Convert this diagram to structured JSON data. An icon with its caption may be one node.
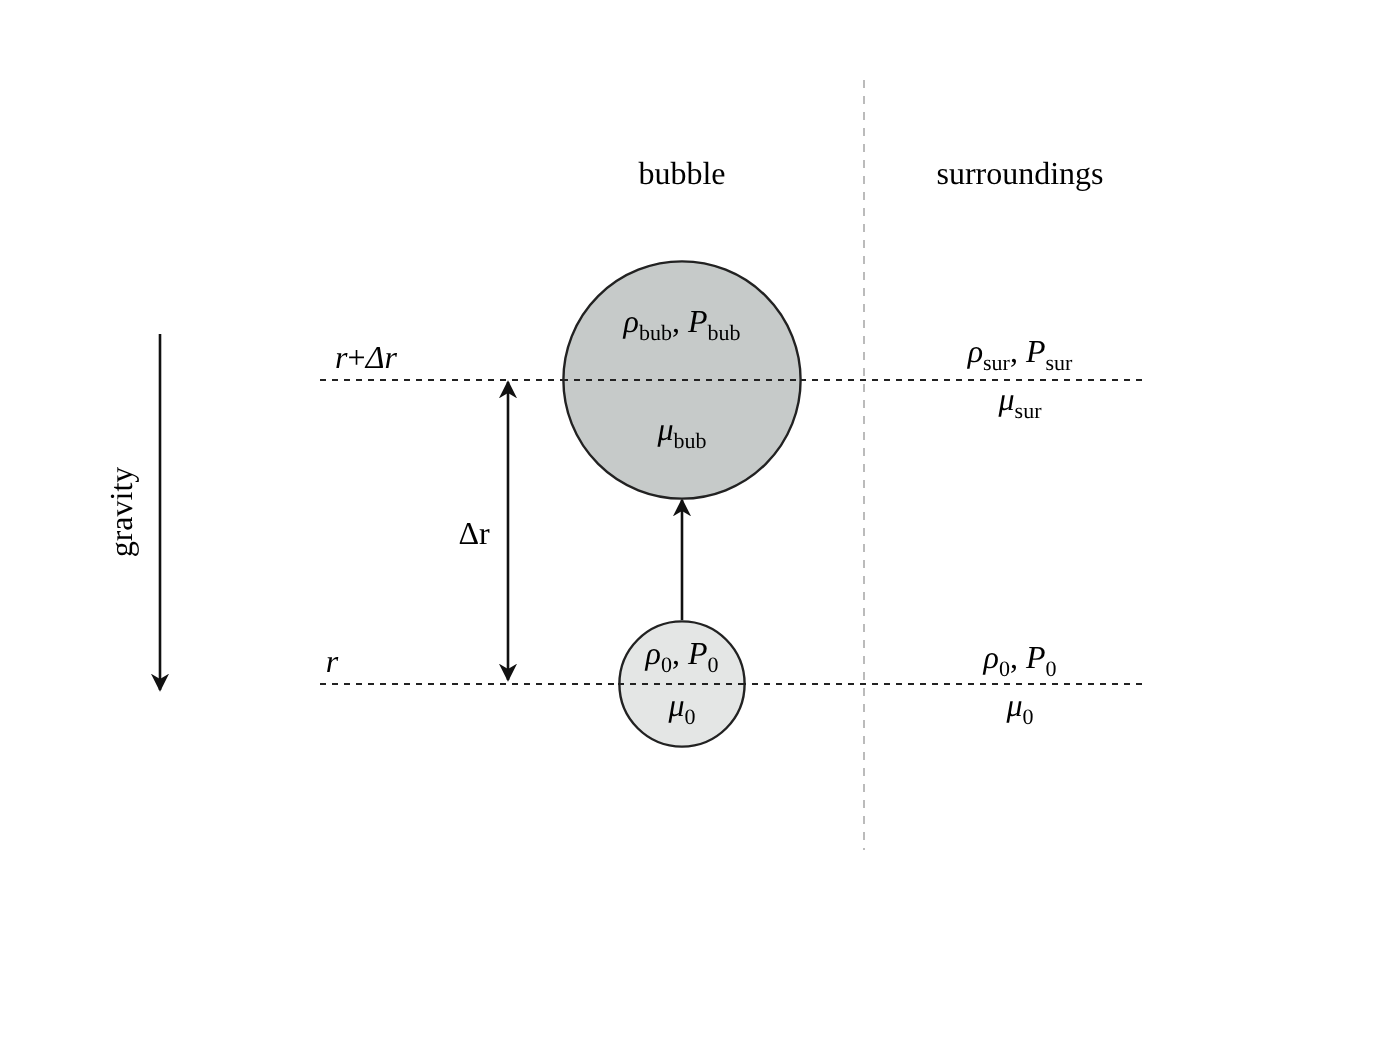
{
  "diagram": {
    "nodes": [
      {
        "text": [
          "*ρ*$_{bub}$, *P*$_{bub}$",
          "*μ*$_{bub}$"
        ]
      },
      {
        "text": [
          "*ρ*$_{0}$, *P*$_{0}$",
          "*μ*$_{0}$"
        ]
      }
    ],
    "edges": [
      {
        "from": 1,
        "to": 0,
        "arrow": "to"
      }
    ],
    "labels": [
      "bubble",
      "surroundings",
      "*r*+*Δr*",
      "*ρ*$_{sur}$, *P*$_{sur}$",
      "*μ*$_{sur}$",
      "Δr",
      "*r*",
      "*ρ*$_{0}$, *P*$_{0}$",
      "*μ*$_{0}$",
      "gravity"
    ]
  }
}
